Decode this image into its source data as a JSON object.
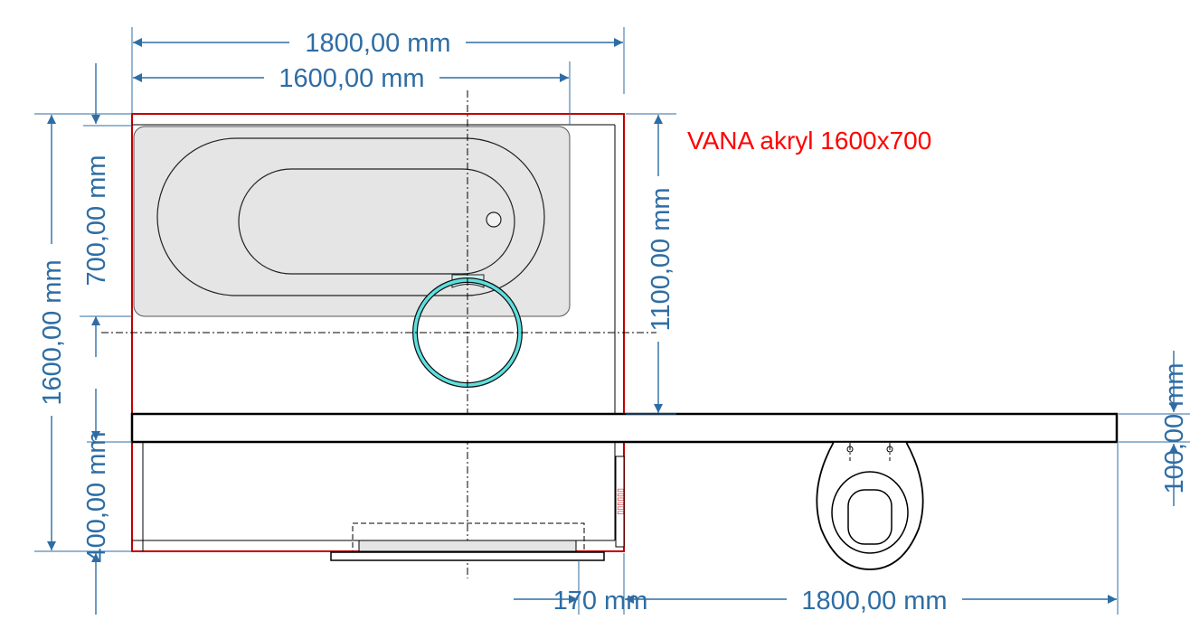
{
  "title_label": "VANA akryl 1600x700",
  "dimensions": {
    "top_outer": "1800,00 mm",
    "top_inner": "1600,00 mm",
    "left_total": "1600,00 mm",
    "left_tub_depth": "700,00 mm",
    "left_lower": "400,00 mm",
    "right_vertical": "1100,00 mm",
    "right_edge": "100,00 mm",
    "bottom_offset": "170 mm",
    "bottom_length": "1800,00 mm"
  },
  "colors": {
    "dimension": "#2e6da4",
    "label": "#ff0000",
    "tub_fill": "#e5e5e5",
    "wall_red": "#c00000",
    "ring": "#5fe0e0"
  }
}
